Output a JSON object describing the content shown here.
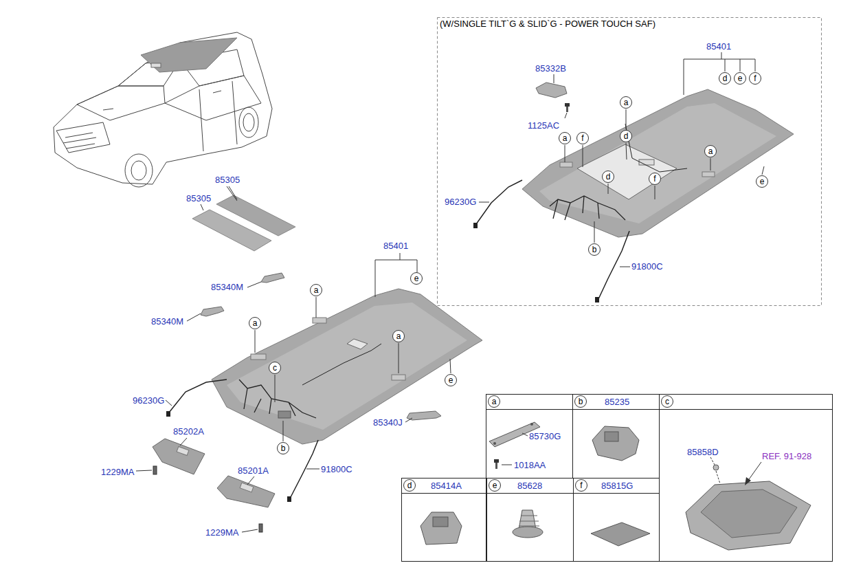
{
  "diagram": {
    "nodes": [
      {
        "text": [
          "(W/SINGLE TILT`G & SLID`G - POWER TOUCH SAF)"
        ]
      },
      {
        "text": [
          "d"
        ],
        "in": 0
      },
      {
        "text": [
          "e"
        ],
        "in": 0
      },
      {
        "text": [
          "f"
        ],
        "in": 0
      },
      {
        "text": [
          "a"
        ],
        "in": 0
      },
      {
        "text": [
          "d"
        ],
        "in": 0
      },
      {
        "text": [
          "a"
        ],
        "in": 0
      },
      {
        "text": [
          "f"
        ],
        "in": 0
      },
      {
        "text": [
          "a"
        ],
        "in": 0
      },
      {
        "text": [
          "d"
        ],
        "in": 0
      },
      {
        "text": [
          "f"
        ],
        "in": 0
      },
      {
        "text": [
          "e"
        ],
        "in": 0
      },
      {
        "text": [
          "b"
        ],
        "in": 0
      },
      {
        "text": [
          "e"
        ]
      },
      {
        "text": [
          "a"
        ]
      },
      {
        "text": [
          "a"
        ]
      },
      {
        "text": [
          "a"
        ]
      },
      {
        "text": [
          "c"
        ]
      },
      {
        "text": [
          "e"
        ]
      },
      {
        "text": [
          "b"
        ]
      },
      {
        "text": [
          "85730G",
          "1018AA"
        ]
      },
      {
        "text": [
          "a"
        ],
        "in": 20
      },
      {
        "text": [
          "85235"
        ]
      },
      {
        "text": [
          "b"
        ],
        "in": 22
      },
      {
        "text": [
          "85858D",
          "REF. 91-928"
        ]
      },
      {
        "text": [
          "c"
        ],
        "in": 24
      },
      {
        "text": [
          "85414A"
        ]
      },
      {
        "text": [
          "d"
        ],
        "in": 26
      },
      {
        "text": [
          "85628"
        ]
      },
      {
        "text": [
          "e"
        ],
        "in": 28
      },
      {
        "text": [
          "85815G"
        ]
      },
      {
        "text": [
          "f"
        ],
        "in": 30
      }
    ],
    "labels": [
      "85305",
      "85305",
      "85401",
      "85340M",
      "85340M",
      "96230G",
      "85202A",
      "1229MA",
      "85201A",
      "1229MA",
      "91800C",
      "85340J",
      "85401",
      "85332B",
      "1125AC",
      "96230G",
      "91800C"
    ]
  }
}
